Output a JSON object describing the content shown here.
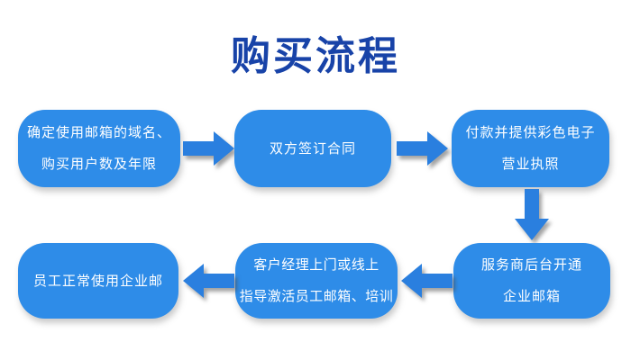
{
  "title": {
    "text": "购买流程"
  },
  "colors": {
    "box_fill": "#2E8CE8",
    "arrow_fill": "#2A7FDF",
    "box_text": "#FFFFFF",
    "title_text": "#1843A8",
    "background": "#FFFFFF"
  },
  "flow": {
    "steps": [
      {
        "name": "choose-domain-and-users",
        "position": "top-left",
        "lines": [
          "确定使用邮箱的域名、",
          "购买用户数及年限"
        ]
      },
      {
        "name": "sign-contract",
        "position": "top-middle",
        "lines": [
          "双方签订合同"
        ]
      },
      {
        "name": "pay-and-provide-license",
        "position": "top-right",
        "lines": [
          "付款并提供彩色电子",
          "营业执照"
        ]
      },
      {
        "name": "provider-activate-mailbox",
        "position": "bottom-right",
        "lines": [
          "服务商后台开通",
          "企业邮箱"
        ]
      },
      {
        "name": "manager-guide-and-training",
        "position": "bottom-middle",
        "lines": [
          "客户经理上门或线上",
          "指导激活员工邮箱、培训"
        ]
      },
      {
        "name": "employee-normal-use",
        "position": "bottom-left",
        "lines": [
          "员工正常使用企业邮"
        ]
      }
    ],
    "arrows": [
      {
        "from": 1,
        "to": 2,
        "direction": "right"
      },
      {
        "from": 2,
        "to": 3,
        "direction": "right"
      },
      {
        "from": 3,
        "to": 4,
        "direction": "down"
      },
      {
        "from": 4,
        "to": 5,
        "direction": "left"
      },
      {
        "from": 5,
        "to": 6,
        "direction": "left"
      }
    ]
  }
}
